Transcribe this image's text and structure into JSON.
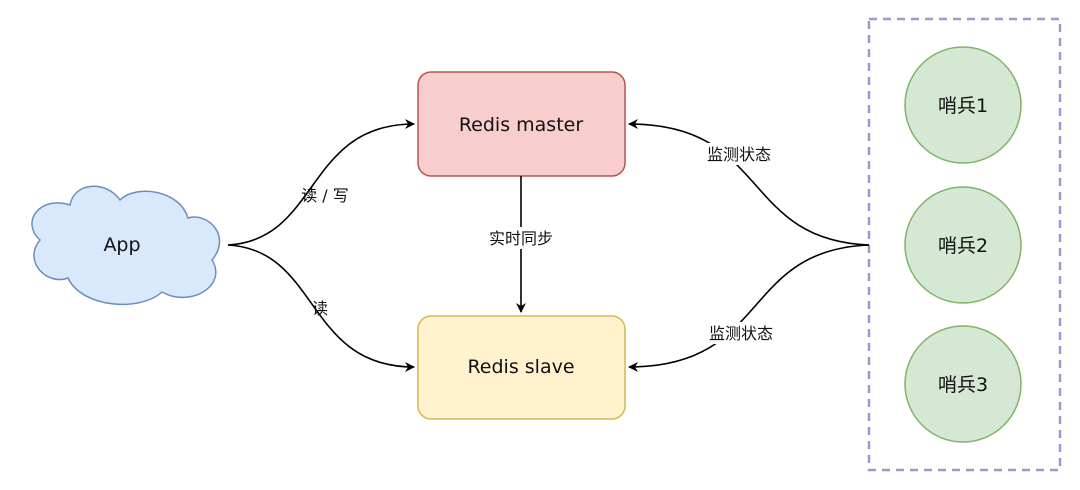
{
  "nodes": {
    "app": {
      "label": "App"
    },
    "master": {
      "label": "Redis master"
    },
    "slave": {
      "label": "Redis slave"
    },
    "sentinels": [
      {
        "label": "哨兵1"
      },
      {
        "label": "哨兵2"
      },
      {
        "label": "哨兵3"
      }
    ]
  },
  "edges": {
    "app_to_master": {
      "label": "读 / 写"
    },
    "app_to_slave": {
      "label": "读"
    },
    "master_to_slave": {
      "label": "实时同步"
    },
    "sentinel_to_master": {
      "label": "监测状态"
    },
    "sentinel_to_slave": {
      "label": "监测状态"
    }
  },
  "colors": {
    "cloud_fill": "#dae8fc",
    "cloud_stroke": "#6c8ebf",
    "master_fill": "#f8cecc",
    "master_stroke": "#b85450",
    "slave_fill": "#fff2cc",
    "slave_stroke": "#d6b656",
    "sentinel_fill": "#d5e8d4",
    "sentinel_stroke": "#82b366",
    "group_border": "#9999cc"
  }
}
